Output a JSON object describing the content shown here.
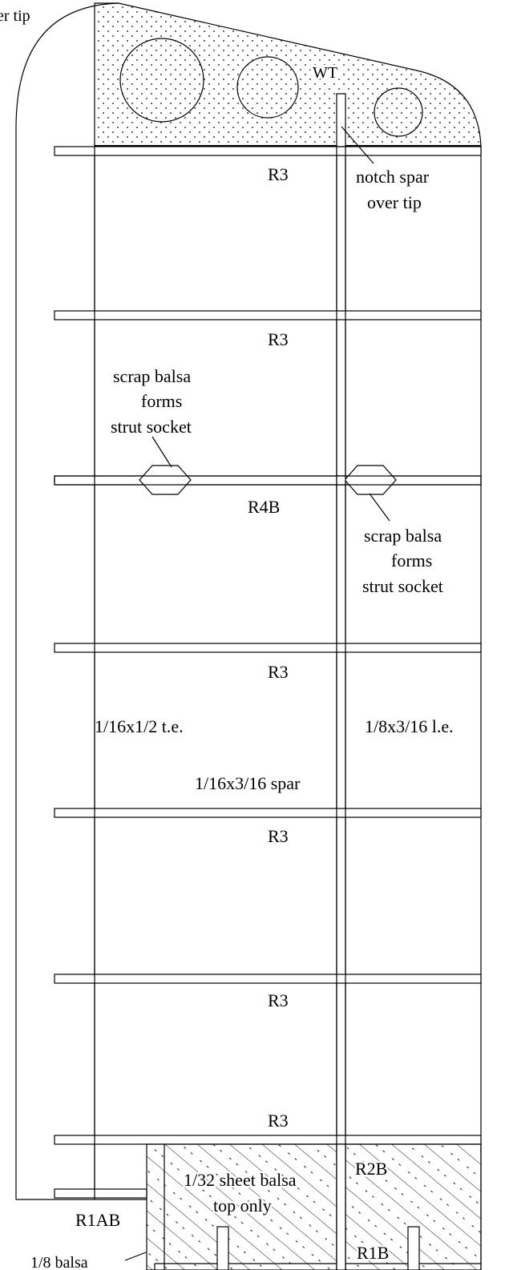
{
  "labels": {
    "cover_tip": "er tip",
    "wt": "WT",
    "notch_line1": "notch spar",
    "notch_line2": "over tip",
    "rib_1": "R3",
    "rib_2": "R3",
    "rib_r4b": "R4B",
    "rib_4": "R3",
    "rib_5": "R3",
    "rib_6": "R3",
    "rib_7": "R3",
    "scrap_left_1": "scrap balsa",
    "scrap_left_2": "forms",
    "scrap_left_3": "strut socket",
    "scrap_right_1": "scrap balsa",
    "scrap_right_2": "forms",
    "scrap_right_3": "strut socket",
    "trailing_edge": "1/16x1/2 t.e.",
    "leading_edge": "1/8x3/16 l.e.",
    "spar": "1/16x3/16 spar",
    "sheet_1": "1/32 sheet balsa",
    "sheet_2": "top only",
    "r2b": "R2B",
    "r1ab": "R1AB",
    "r1b": "R1B",
    "balsa": "1/8 balsa"
  }
}
